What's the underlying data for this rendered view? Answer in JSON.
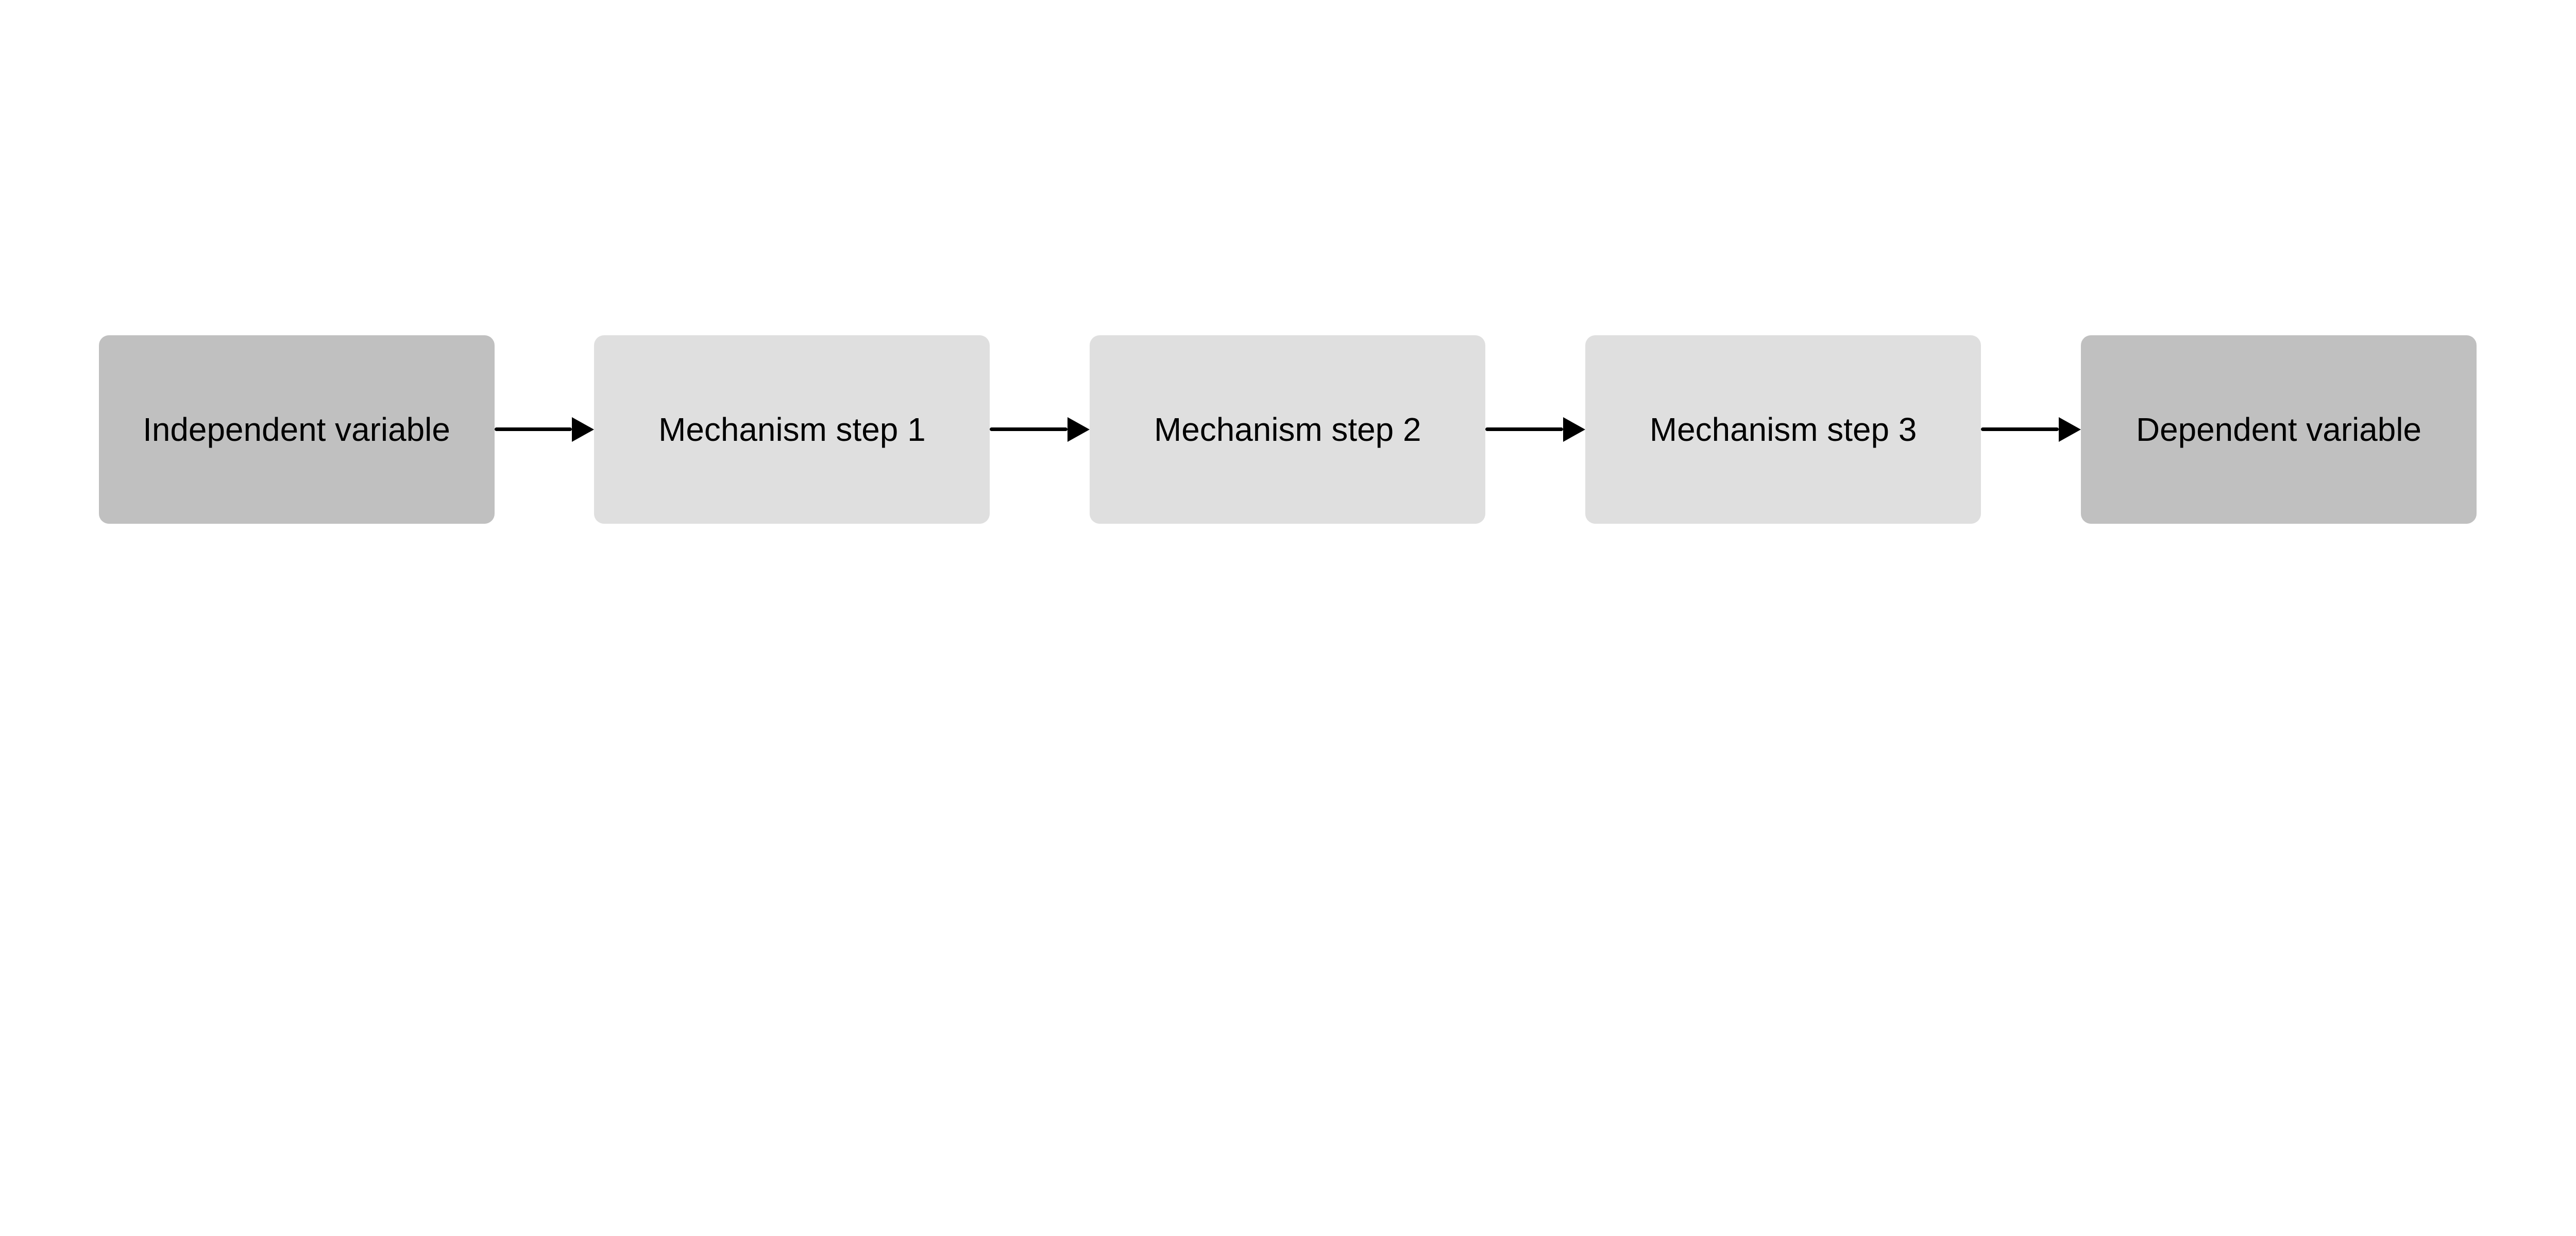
{
  "nodes": [
    {
      "label": "Independent variable",
      "color": "#c0c0c0"
    },
    {
      "label": "Mechanism step 1",
      "color": "#dfdfdf"
    },
    {
      "label": "Mechanism step 2",
      "color": "#dfdfdf"
    },
    {
      "label": "Mechanism step 3",
      "color": "#dfdfdf"
    },
    {
      "label": "Dependent variable",
      "color": "#c0c0c0"
    }
  ],
  "edges": [
    {
      "from": 0,
      "to": 1
    },
    {
      "from": 1,
      "to": 2
    },
    {
      "from": 2,
      "to": 3
    },
    {
      "from": 3,
      "to": 4
    }
  ],
  "arrow_color": "#000000"
}
